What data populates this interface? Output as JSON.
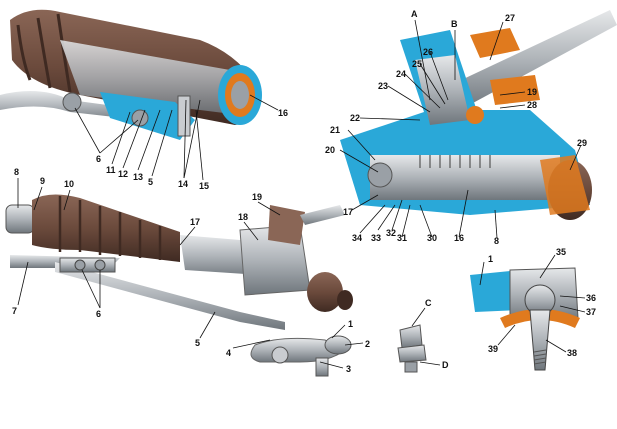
{
  "diagram": {
    "part_numbers": [
      "1",
      "2",
      "3",
      "4",
      "5",
      "6",
      "7",
      "8",
      "9",
      "10",
      "11",
      "12",
      "13",
      "14",
      "15",
      "16",
      "17",
      "18",
      "19",
      "20",
      "21",
      "22",
      "23",
      "24",
      "25",
      "26",
      "27",
      "28",
      "29",
      "30",
      "31",
      "32",
      "33",
      "34",
      "35",
      "36",
      "37",
      "38",
      "39"
    ],
    "detail_letters": [
      "A",
      "B",
      "C",
      "D"
    ],
    "colors": {
      "boot": "#6b4a3c",
      "boot_dark": "#3f2a22",
      "metal": "#b9bec4",
      "metal_dark": "#7d848b",
      "section_blue": "#2aa8d8",
      "gasket_orange": "#e07a1e"
    }
  }
}
